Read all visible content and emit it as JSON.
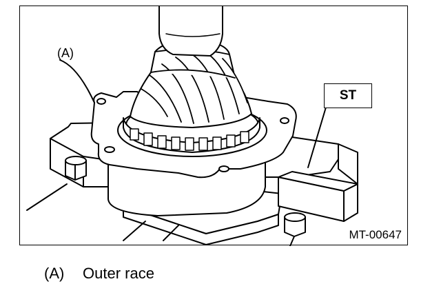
{
  "figure": {
    "callout_a": "(A)",
    "tool_label": "ST",
    "figure_id": "MT-00647"
  },
  "legend": {
    "key": "(A)",
    "text": "Outer race"
  }
}
